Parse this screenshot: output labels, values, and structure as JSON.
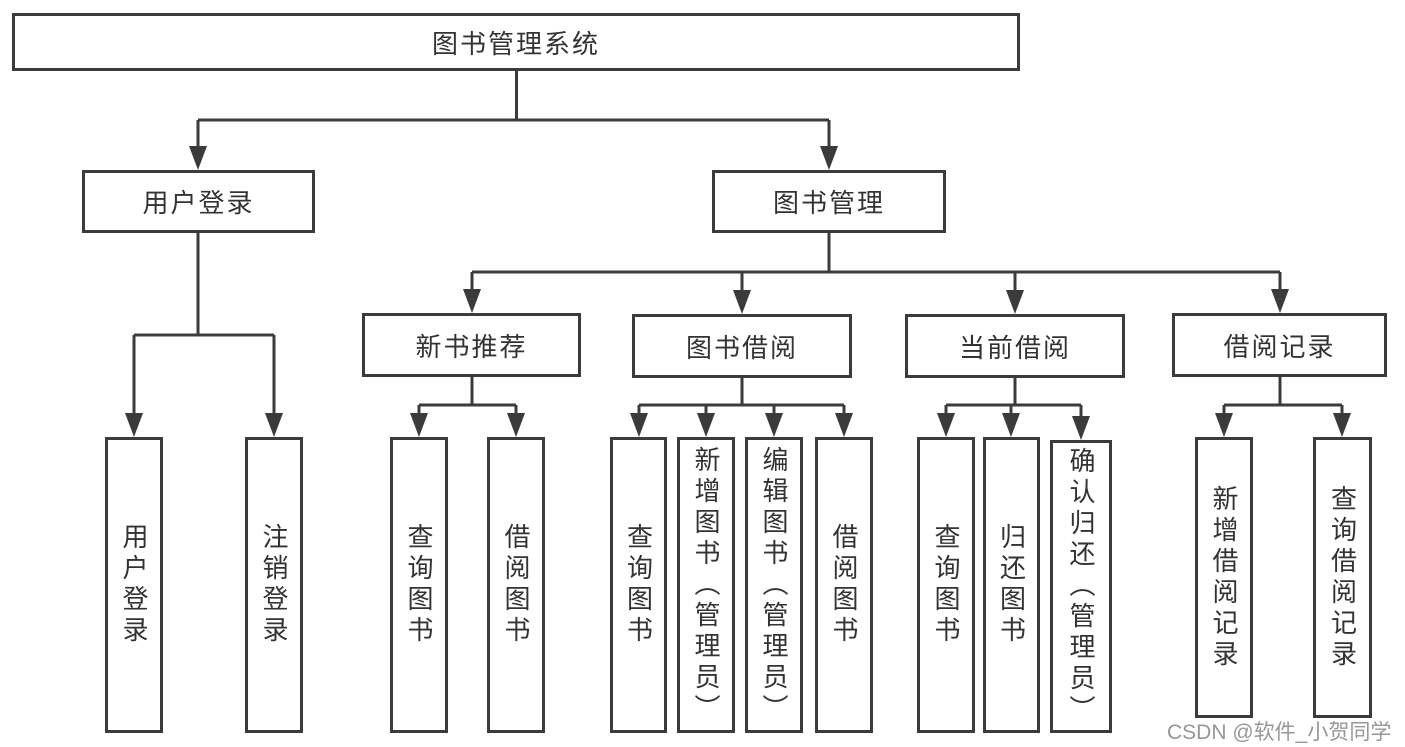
{
  "diagram": {
    "type": "hierarchy-tree",
    "title": "图书管理系统"
  },
  "nodes": {
    "root": {
      "label": "图书管理系统"
    },
    "user_login_group": {
      "label": "用户登录"
    },
    "book_mgmt": {
      "label": "图书管理"
    },
    "new_book_rec": {
      "label": "新书推荐"
    },
    "book_borrow": {
      "label": "图书借阅"
    },
    "current_borrow": {
      "label": "当前借阅"
    },
    "borrow_record": {
      "label": "借阅记录"
    },
    "leaf_user_login": {
      "label": "用户登录"
    },
    "leaf_logout": {
      "label": "注销登录"
    },
    "leaf_rec_query_book": {
      "label": "查询图书"
    },
    "leaf_rec_borrow_book": {
      "label": "借阅图书"
    },
    "leaf_bb_query_book": {
      "label": "查询图书"
    },
    "leaf_bb_add_book_admin": {
      "label": "新增图书（管理员）"
    },
    "leaf_bb_edit_book_admin": {
      "label": "编辑图书（管理员）"
    },
    "leaf_bb_borrow_book": {
      "label": "借阅图书"
    },
    "leaf_cb_query_book": {
      "label": "查询图书"
    },
    "leaf_cb_return_book": {
      "label": "归还图书"
    },
    "leaf_cb_confirm_return_admin": {
      "label": "确认归还（管理员）"
    },
    "leaf_br_add_record": {
      "label": "新增借阅记录"
    },
    "leaf_br_query_record": {
      "label": "查询借阅记录"
    }
  },
  "hierarchy": {
    "图书管理系统": {
      "用户登录": [
        "用户登录",
        "注销登录"
      ],
      "图书管理": {
        "新书推荐": [
          "查询图书",
          "借阅图书"
        ],
        "图书借阅": [
          "查询图书",
          "新增图书（管理员）",
          "编辑图书（管理员）",
          "借阅图书"
        ],
        "当前借阅": [
          "查询图书",
          "归还图书",
          "确认归还（管理员）"
        ],
        "借阅记录": [
          "新增借阅记录",
          "查询借阅记录"
        ]
      }
    }
  },
  "watermark": {
    "text": "CSDN @软件_小贺同学"
  },
  "colors": {
    "line": "#3b3b3b",
    "text": "#333333",
    "box_background": "#ffffff",
    "page_background": "#ffffff",
    "watermark": "#979797"
  }
}
